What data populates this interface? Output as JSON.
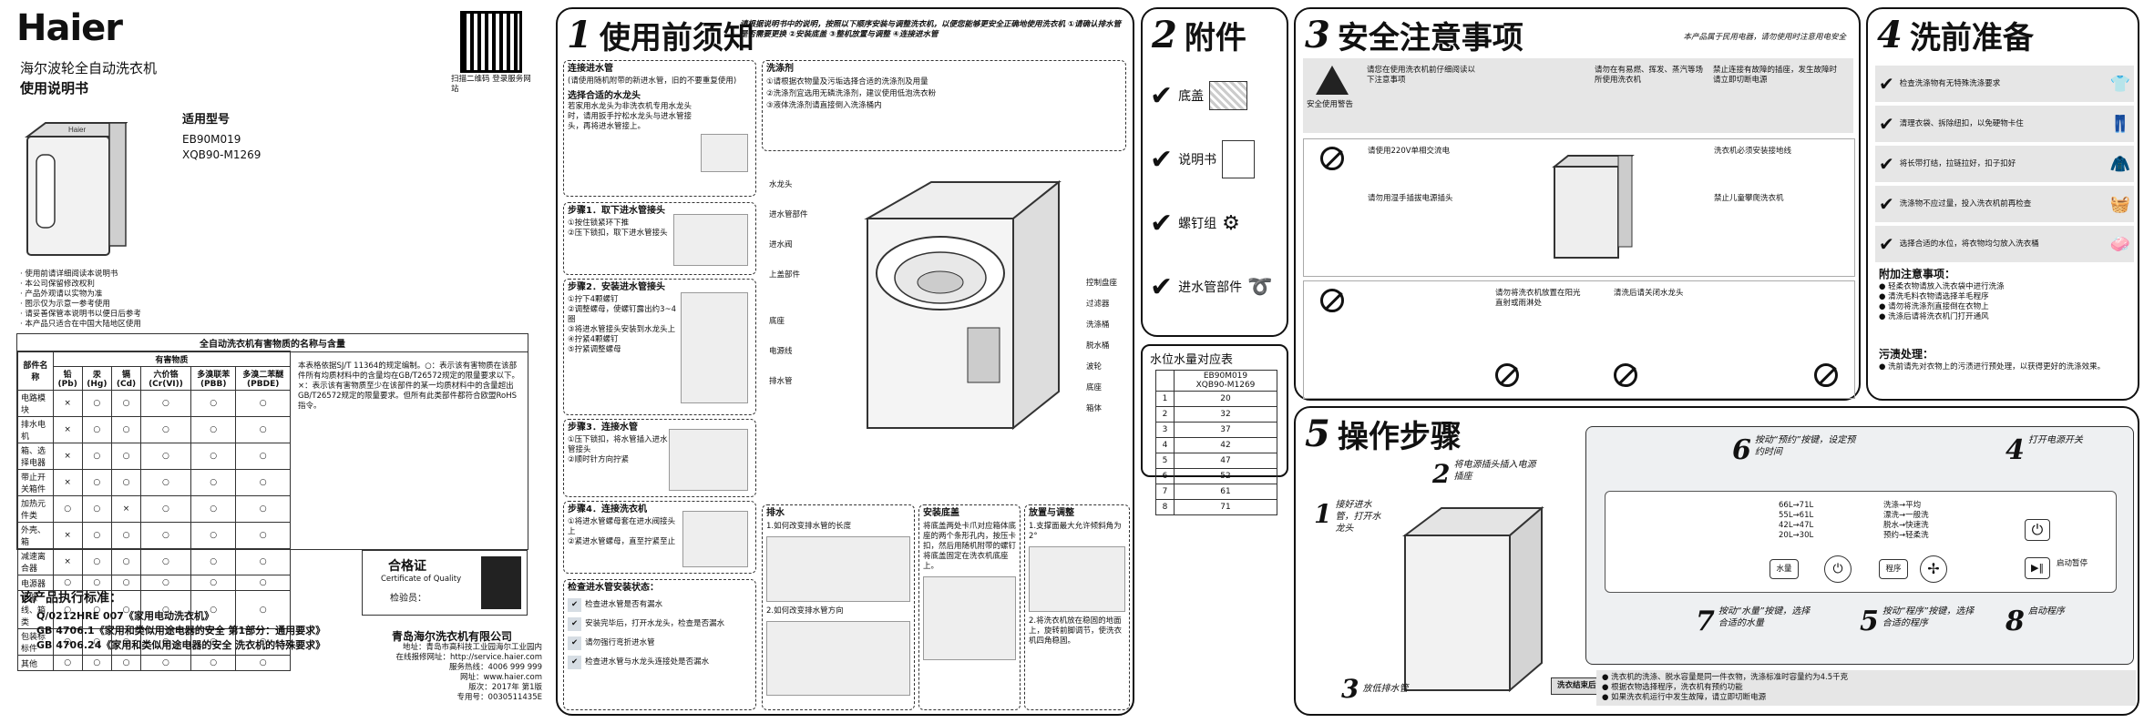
{
  "cover": {
    "brand": "Haier",
    "product_name": "海尔波轮全自动洗衣机",
    "doc_title": "使用说明书",
    "model_heading": "适用型号",
    "models": [
      "EB90M019",
      "XQB90-M1269"
    ],
    "qr_caption": "扫描二维码 登录服务网站",
    "notes": [
      "· 使用前请详细阅读本说明书",
      "· 本公司保留修改权利",
      "· 产品外观请以实物为准",
      "· 图示仅为示意一参考使用",
      "· 请妥善保管本说明书以便日后参考",
      "· 本产品只适合在中国大陆地区使用"
    ],
    "hazard_table": {
      "title": "全自动洗衣机有害物质的名称与含量",
      "col_part": "部件名称",
      "col_group": "有害物质",
      "substances": [
        "铅(Pb)",
        "汞(Hg)",
        "镉(Cd)",
        "六价铬(Cr(VI))",
        "多溴联苯(PBB)",
        "多溴二苯醚(PBDE)"
      ],
      "parts": [
        "电路模块",
        "排水电机",
        "箱、选择电器",
        "带止开关箱件",
        "加热元件类",
        "外壳、箱",
        "减速离合器",
        "电源器",
        "电源线、箱类",
        "包装标标件",
        "其他"
      ],
      "marks": [
        [
          "×",
          "○",
          "○",
          "○",
          "○",
          "○"
        ],
        [
          "×",
          "○",
          "○",
          "○",
          "○",
          "○"
        ],
        [
          "×",
          "○",
          "○",
          "○",
          "○",
          "○"
        ],
        [
          "×",
          "○",
          "○",
          "○",
          "○",
          "○"
        ],
        [
          "○",
          "○",
          "×",
          "○",
          "○",
          "○"
        ],
        [
          "×",
          "○",
          "○",
          "○",
          "○",
          "○"
        ],
        [
          "×",
          "○",
          "○",
          "○",
          "○",
          "○"
        ],
        [
          "○",
          "○",
          "○",
          "○",
          "○",
          "○"
        ],
        [
          "○",
          "○",
          "○",
          "○",
          "○",
          "○"
        ],
        [
          "○",
          "○",
          "○",
          "○",
          "○",
          "○"
        ],
        [
          "○",
          "○",
          "○",
          "○",
          "○",
          "○"
        ]
      ],
      "notes": "本表格依据SJ/T 11364的规定编制。○：表示该有害物质在该部件所有均质材料中的含量均在GB/T26572规定的限量要求以下。×：表示该有害物质至少在该部件的某一均质材料中的含量超出GB/T26572规定的限量要求。但所有此类部件都符合欧盟RoHS指令。"
    },
    "standards_heading": "该产品执行标准：",
    "standards": [
      "Q/0212HRE 007《家用电动洗衣机》",
      "GB 4706.1《家用和类似用途电器的安全 第1部分：通用要求》",
      "GB 4706.24《家用和类似用途电器的安全 洗衣机的特殊要求》"
    ],
    "cert_title": "合格证",
    "cert_sub": "Certificate of Quality",
    "cert_inspector": "检验员：",
    "company": "青岛海尔洗衣机有限公司",
    "company_lines": [
      "地址：青岛市高科技工业园海尔工业园内",
      "在线报修网址：http://service.haier.com",
      "服务热线：4006 999 999",
      "网址：www.haier.com",
      "版次：2017年 第1版",
      "专用号：0030511435E"
    ]
  },
  "section1": {
    "num": "1",
    "title": "使用前须知",
    "intro": "请根据说明书中的说明，按照以下顺序安装与调整洗衣机，以便您能够更安全正确地使用洗衣机 ①请确认排水管是否需要更换 ②安装底盖 ③整机放置与调整 ④连接进水管",
    "box_inlet_title": "连接进水管",
    "box_inlet_sub": "(请使用随机附带的新进水管，旧的不要重复使用)",
    "choose_tap": "选择合适的水龙头",
    "choose_tap_text": "若家用水龙头为非洗衣机专用水龙头时，请用扳手拧松水龙头与进水管接头，再将进水管接上。",
    "step1": "步骤1．取下进水管接头",
    "step1_items": [
      "①按住锁紧环下推",
      "②压下锁扣，取下进水管接头"
    ],
    "step2": "步骤2．安装进水管接头",
    "step2_items": [
      "①拧下4颗螺钉",
      "②调整螺母，使螺钉露出约3~4圈",
      "③将进水管接头安装到水龙头上",
      "④拧紧4颗螺钉",
      "⑤拧紧调整螺母"
    ],
    "step3": "步骤3．连接水管",
    "step3_items": [
      "①压下锁扣，将水管插入进水管接头",
      "②顺时针方向拧紧"
    ],
    "step4": "步骤4．连接洗衣机",
    "step4_items": [
      "①将进水管螺母套在进水阀接头上",
      "②紧进水管螺母，直至拧紧至止"
    ],
    "check_title": "检查进水管安装状态：",
    "check_items": [
      "检查进水管是否有漏水",
      "安装完毕后，打开水龙头，检查是否漏水",
      "请勿强行弯折进水管",
      "检查进水管与水龙头连接处是否漏水"
    ],
    "detergent_title": "洗涤剂",
    "detergent_items": [
      "①请根据衣物量及污垢选择合适的洗涤剂及用量",
      "②洗涤剂宜选用无磷洗涤剂，建议使用低泡洗衣粉",
      "③液体洗涤剂请直接倒入洗涤桶内"
    ],
    "diagram_labels_left": [
      "水龙头",
      "进水管部件",
      "进水阀",
      "上盖部件",
      "底座",
      "电源线",
      "排水管"
    ],
    "diagram_labels_right": [
      "控制盘座",
      "过滤器",
      "洗涤桶",
      "脱水桶",
      "波轮",
      "底座",
      "箱体"
    ],
    "drain_title": "排水",
    "drain_items": [
      "1.如何改变排水管的长度",
      "2.如何改变排水管方向"
    ],
    "base_title": "安装底盖",
    "base_text": "将底盖两处卡爪对应箱体底座的两个条形孔内，按压卡扣，然后用随机附带的螺钉将底盖固定在洗衣机底座上。",
    "level_title": "放置与调整",
    "level_text": "1.支撑面最大允许倾斜角为2°",
    "level_text2": "2.将洗衣机放在稳固的地面上，旋转前脚调节，使洗衣机四角稳固。"
  },
  "section2": {
    "num": "2",
    "title": "附件",
    "items": [
      "底盖",
      "说明书",
      "螺钉组",
      "进水管部件"
    ]
  },
  "water_table": {
    "title": "水位水量对应表",
    "header": [
      "EB90M019",
      "XQB90-M1269"
    ],
    "levels": [
      "1",
      "2",
      "3",
      "4",
      "5",
      "6",
      "7",
      "8"
    ],
    "liters": [
      "20",
      "32",
      "37",
      "42",
      "47",
      "52",
      "61",
      "71"
    ]
  },
  "section3": {
    "num": "3",
    "title": "安全注意事项",
    "subtitle": "本产品属于民用电器，请勿使用时注意用电安全",
    "warn_heading": "安全使用警告",
    "warn_text": "请您在使用洗衣机前仔细阅读以下注意事项",
    "bullets": [
      "请勿在有易燃、挥发、蒸汽等场所使用洗衣机",
      "禁止连接有故障的插座，发生故障时请立即切断电源",
      "请使用220V单相交流电",
      "请勿用湿手插拔电源插头",
      "洗衣机必须安装接地线",
      "禁止儿童攀爬洗衣机",
      "请勿将洗衣机放置在阳光直射或雨淋处",
      "清洗后请关闭水龙头"
    ]
  },
  "section4": {
    "num": "4",
    "title": "洗前准备",
    "items": [
      "检查洗涤物有无特殊洗涤要求",
      "清理衣袋、拆除纽扣，以免硬物卡住",
      "将长带打结，拉链拉好，扣子扣好",
      "洗涤物不应过量，投入洗衣机前再检查",
      "选择合适的水位，将衣物均匀放入洗衣桶"
    ],
    "notes_title": "附加注意事项：",
    "notes": [
      "● 轻柔衣物请放入洗衣袋中进行洗涤",
      "● 清洗毛料衣物请选择羊毛程序",
      "● 请勿将洗涤剂直接倒在衣物上",
      "● 洗涤后请将洗衣机门打开通风"
    ],
    "dirt_title": "污渍处理：",
    "dirt_text": "● 洗前请先对衣物上的污渍进行预处理，以获得更好的洗涤效果。"
  },
  "section5": {
    "num": "5",
    "title": "操作步骤",
    "steps": [
      {
        "n": "1",
        "text": "接好进水管，打开水龙头"
      },
      {
        "n": "2",
        "text": "将电源插头插入电源插座"
      },
      {
        "n": "3",
        "text": "放低排水管"
      },
      {
        "n": "4",
        "text": "打开电源开关"
      },
      {
        "n": "5",
        "text": "按动“程序”按键，选择合适的程序"
      },
      {
        "n": "6",
        "text": "按动“预约”按键，设定预约时间"
      },
      {
        "n": "7",
        "text": "按动“水量”按键，选择合适的水量"
      },
      {
        "n": "8",
        "text": "启动程序"
      }
    ],
    "panel_water": [
      "66L→71L",
      "55L→61L",
      "42L→47L",
      "20L→30L"
    ],
    "panel_programs": [
      "洗涤→平均",
      "漂洗→一般洗",
      "脱水→快速洗",
      "预约→轻柔洗"
    ],
    "buttons": [
      "水量",
      "开/关",
      "程序",
      "电源",
      "启动暂停"
    ],
    "finish_label": "洗衣结束后，洗衣机自动断电",
    "footer_notes": [
      "● 洗衣机的洗涤、脱水容量是同一件衣物，洗涤标准时容量约为4.5千克",
      "● 根据衣物选择程序，洗衣机有预约功能",
      "● 如果洗衣机运行中发生故障，请立即切断电源"
    ]
  }
}
